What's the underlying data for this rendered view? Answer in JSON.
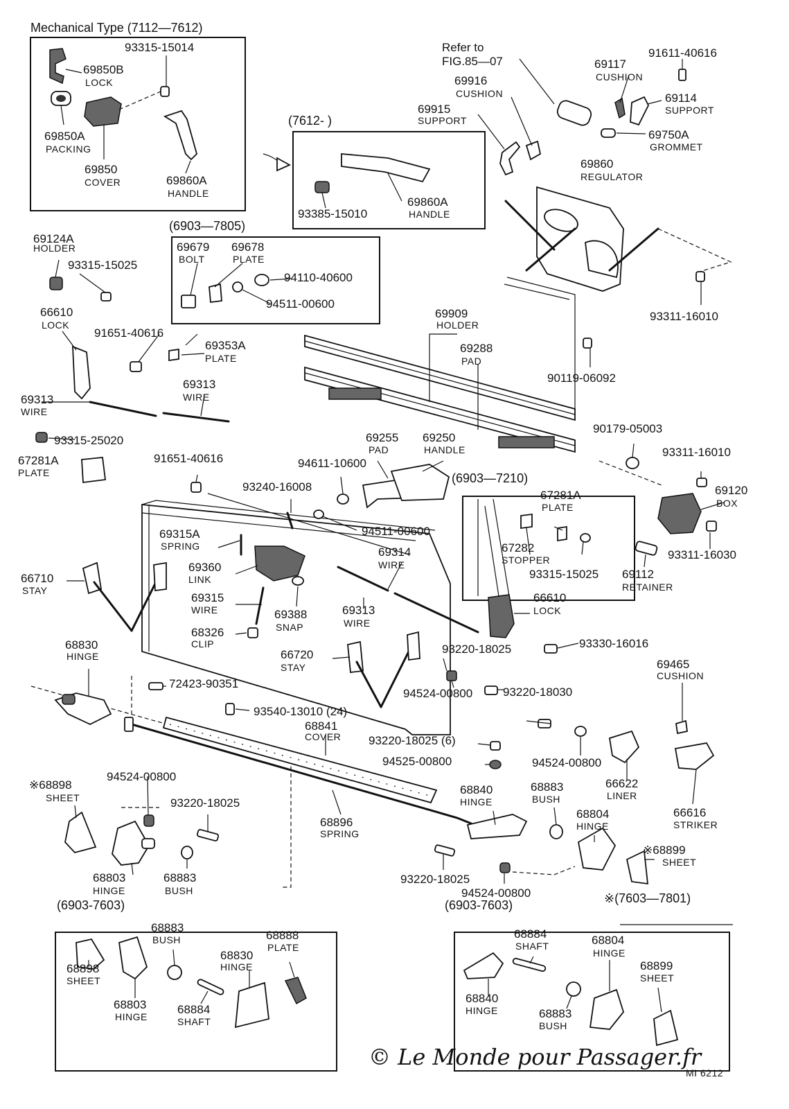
{
  "labels": [
    {
      "id": "h-mech",
      "cls": "hd",
      "text": "Mechanical Type (7112—7612)"
    },
    {
      "id": "h-7612",
      "cls": "hd",
      "text": "(7612-        )"
    },
    {
      "id": "h-6903-7805",
      "cls": "hd",
      "text": "(6903—7805)"
    },
    {
      "id": "h-6903-7210",
      "cls": "hd",
      "text": "(6903—7210)"
    },
    {
      "id": "h-6903-7603-l",
      "cls": "hd",
      "text": "(6903-7603)"
    },
    {
      "id": "h-6903-7603-r",
      "cls": "hd",
      "text": "(6903-7603)"
    },
    {
      "id": "h-7603-7801",
      "cls": "hd",
      "text": "※(7603—7801)"
    },
    {
      "id": "refer1",
      "cls": "pn",
      "text": "Refer to"
    },
    {
      "id": "refer2",
      "cls": "pn",
      "text": "FIG.85—07"
    },
    {
      "id": "p-93315-15014",
      "cls": "pn",
      "text": "93315-15014"
    },
    {
      "id": "p-69850B",
      "cls": "pn",
      "text": "69850B"
    },
    {
      "id": "n-69850B",
      "cls": "nm",
      "text": "LOCK"
    },
    {
      "id": "p-69850A",
      "cls": "pn",
      "text": "69850A"
    },
    {
      "id": "n-69850A",
      "cls": "nm",
      "text": "PACKING"
    },
    {
      "id": "p-69850",
      "cls": "pn",
      "text": "69850"
    },
    {
      "id": "n-69850",
      "cls": "nm",
      "text": "COVER"
    },
    {
      "id": "p-69860A-a",
      "cls": "pn",
      "text": "69860A"
    },
    {
      "id": "n-69860A-a",
      "cls": "nm",
      "text": "HANDLE"
    },
    {
      "id": "p-93385-15010",
      "cls": "pn",
      "text": "93385-15010"
    },
    {
      "id": "p-69860A-b",
      "cls": "pn",
      "text": "69860A"
    },
    {
      "id": "n-69860A-b",
      "cls": "nm",
      "text": "HANDLE"
    },
    {
      "id": "p-69117",
      "cls": "pn",
      "text": "69117"
    },
    {
      "id": "n-69117",
      "cls": "nm",
      "text": "CUSHION"
    },
    {
      "id": "p-91611-40616",
      "cls": "pn",
      "text": "91611-40616"
    },
    {
      "id": "p-69114",
      "cls": "pn",
      "text": "69114"
    },
    {
      "id": "n-69114",
      "cls": "nm",
      "text": "SUPPORT"
    },
    {
      "id": "p-69916",
      "cls": "pn",
      "text": "69916"
    },
    {
      "id": "n-69916",
      "cls": "nm",
      "text": "CUSHION"
    },
    {
      "id": "p-69915",
      "cls": "pn",
      "text": "69915"
    },
    {
      "id": "n-69915",
      "cls": "nm",
      "text": "SUPPORT"
    },
    {
      "id": "p-69750A",
      "cls": "pn",
      "text": "69750A"
    },
    {
      "id": "n-69750A",
      "cls": "nm",
      "text": "GROMMET"
    },
    {
      "id": "p-69860",
      "cls": "pn",
      "text": "69860"
    },
    {
      "id": "n-69860",
      "cls": "nm",
      "text": "REGULATOR"
    },
    {
      "id": "p-93311-16010-a",
      "cls": "pn",
      "text": "93311-16010"
    },
    {
      "id": "p-69124A",
      "cls": "pn",
      "text": "69124A"
    },
    {
      "id": "n-69124A",
      "cls": "nm",
      "text": "HOLDER"
    },
    {
      "id": "p-93315-15025",
      "cls": "pn",
      "text": "93315-15025"
    },
    {
      "id": "p-69679",
      "cls": "pn",
      "text": "69679"
    },
    {
      "id": "n-69679",
      "cls": "nm",
      "text": "BOLT"
    },
    {
      "id": "p-69678",
      "cls": "pn",
      "text": "69678"
    },
    {
      "id": "n-69678",
      "cls": "nm",
      "text": "PLATE"
    },
    {
      "id": "p-94110-40600",
      "cls": "pn",
      "text": "94110-40600"
    },
    {
      "id": "p-94511-00600-a",
      "cls": "pn",
      "text": "94511-00600"
    },
    {
      "id": "p-66610-a",
      "cls": "pn",
      "text": "66610"
    },
    {
      "id": "n-66610-a",
      "cls": "nm",
      "text": "LOCK"
    },
    {
      "id": "p-91651-40616-a",
      "cls": "pn",
      "text": "91651-40616"
    },
    {
      "id": "p-69353A",
      "cls": "pn",
      "text": "69353A"
    },
    {
      "id": "n-69353A",
      "cls": "nm",
      "text": "PLATE"
    },
    {
      "id": "p-69909",
      "cls": "pn",
      "text": "69909"
    },
    {
      "id": "n-69909",
      "cls": "nm",
      "text": "HOLDER"
    },
    {
      "id": "p-69288",
      "cls": "pn",
      "text": "69288"
    },
    {
      "id": "n-69288",
      "cls": "nm",
      "text": "PAD"
    },
    {
      "id": "p-90119-06092",
      "cls": "pn",
      "text": "90119-06092"
    },
    {
      "id": "p-69313-a",
      "cls": "pn",
      "text": "69313"
    },
    {
      "id": "n-69313-a",
      "cls": "nm",
      "text": "WIRE"
    },
    {
      "id": "p-69313-b",
      "cls": "pn",
      "text": "69313"
    },
    {
      "id": "n-69313-b",
      "cls": "nm",
      "text": "WIRE"
    },
    {
      "id": "p-93315-25020",
      "cls": "pn",
      "text": "93315-25020"
    },
    {
      "id": "p-67281A-a",
      "cls": "pn",
      "text": "67281A"
    },
    {
      "id": "n-67281A-a",
      "cls": "nm",
      "text": "PLATE"
    },
    {
      "id": "p-69255",
      "cls": "pn",
      "text": "69255"
    },
    {
      "id": "n-69255",
      "cls": "nm",
      "text": "PAD"
    },
    {
      "id": "p-69250",
      "cls": "pn",
      "text": "69250"
    },
    {
      "id": "n-69250",
      "cls": "nm",
      "text": "HANDLE"
    },
    {
      "id": "p-90179-05003",
      "cls": "pn",
      "text": "90179-05003"
    },
    {
      "id": "p-93311-16010-b",
      "cls": "pn",
      "text": "93311-16010"
    },
    {
      "id": "p-69120",
      "cls": "pn",
      "text": "69120"
    },
    {
      "id": "n-69120",
      "cls": "nm",
      "text": "BOX"
    },
    {
      "id": "p-91651-40616-b",
      "cls": "pn",
      "text": "91651-40616"
    },
    {
      "id": "p-94611-10600",
      "cls": "pn",
      "text": "94611-10600"
    },
    {
      "id": "p-93240-16008",
      "cls": "pn",
      "text": "93240-16008"
    },
    {
      "id": "p-94511-00600-b",
      "cls": "pn",
      "text": "94511-00600"
    },
    {
      "id": "p-67281A-b",
      "cls": "pn",
      "text": "67281A"
    },
    {
      "id": "n-67281A-b",
      "cls": "nm",
      "text": "PLATE"
    },
    {
      "id": "p-67282",
      "cls": "pn",
      "text": "67282"
    },
    {
      "id": "n-67282",
      "cls": "nm",
      "text": "STOPPER"
    },
    {
      "id": "p-93315-15025-b",
      "cls": "pn",
      "text": "93315-15025"
    },
    {
      "id": "p-69112",
      "cls": "pn",
      "text": "69112"
    },
    {
      "id": "n-69112",
      "cls": "nm",
      "text": "RETAINER"
    },
    {
      "id": "p-93311-16030",
      "cls": "pn",
      "text": "93311-16030"
    },
    {
      "id": "p-69315A",
      "cls": "pn",
      "text": "69315A"
    },
    {
      "id": "n-69315A",
      "cls": "nm",
      "text": "SPRING"
    },
    {
      "id": "p-69314",
      "cls": "pn",
      "text": "69314"
    },
    {
      "id": "n-69314",
      "cls": "nm",
      "text": "WIRE"
    },
    {
      "id": "p-66710",
      "cls": "pn",
      "text": "66710"
    },
    {
      "id": "n-66710",
      "cls": "nm",
      "text": "STAY"
    },
    {
      "id": "p-69360",
      "cls": "pn",
      "text": "69360"
    },
    {
      "id": "n-69360",
      "cls": "nm",
      "text": "LINK"
    },
    {
      "id": "p-69315",
      "cls": "pn",
      "text": "69315"
    },
    {
      "id": "n-69315",
      "cls": "nm",
      "text": "WIRE"
    },
    {
      "id": "p-69388",
      "cls": "pn",
      "text": "69388"
    },
    {
      "id": "n-69388",
      "cls": "nm",
      "text": "SNAP"
    },
    {
      "id": "p-69313-c",
      "cls": "pn",
      "text": "69313"
    },
    {
      "id": "n-69313-c",
      "cls": "nm",
      "text": "WIRE"
    },
    {
      "id": "p-66610-b",
      "cls": "pn",
      "text": "66610"
    },
    {
      "id": "n-66610-b",
      "cls": "nm",
      "text": "LOCK"
    },
    {
      "id": "p-68326",
      "cls": "pn",
      "text": "68326"
    },
    {
      "id": "n-68326",
      "cls": "nm",
      "text": "CLIP"
    },
    {
      "id": "p-93330-16016",
      "cls": "pn",
      "text": "93330-16016"
    },
    {
      "id": "p-68830-a",
      "cls": "pn",
      "text": "68830"
    },
    {
      "id": "n-68830-a",
      "cls": "nm",
      "text": "HINGE"
    },
    {
      "id": "p-66720",
      "cls": "pn",
      "text": "66720"
    },
    {
      "id": "n-66720",
      "cls": "nm",
      "text": "STAY"
    },
    {
      "id": "p-93220-18025-a",
      "cls": "pn",
      "text": "93220-18025"
    },
    {
      "id": "p-69465",
      "cls": "pn",
      "text": "69465"
    },
    {
      "id": "n-69465",
      "cls": "nm",
      "text": "CUSHION"
    },
    {
      "id": "p-72423-90351",
      "cls": "pn",
      "text": "72423-90351"
    },
    {
      "id": "p-94524-00800-a",
      "cls": "pn",
      "text": "94524-00800"
    },
    {
      "id": "p-93220-18030",
      "cls": "pn",
      "text": "93220-18030"
    },
    {
      "id": "p-93540-13010",
      "cls": "pn",
      "text": "93540-13010 (24)"
    },
    {
      "id": "p-68841",
      "cls": "pn",
      "text": "68841"
    },
    {
      "id": "n-68841",
      "cls": "nm",
      "text": "COVER"
    },
    {
      "id": "p-93220-18025-6",
      "cls": "pn",
      "text": "93220-18025 (6)"
    },
    {
      "id": "p-94525-00800",
      "cls": "pn",
      "text": "94525-00800"
    },
    {
      "id": "p-94524-00800-b",
      "cls": "pn",
      "text": "94524-00800"
    },
    {
      "id": "p-66622",
      "cls": "pn",
      "text": "66622"
    },
    {
      "id": "n-66622",
      "cls": "nm",
      "text": "LINER"
    },
    {
      "id": "p-66616",
      "cls": "pn",
      "text": "66616"
    },
    {
      "id": "n-66616",
      "cls": "nm",
      "text": "STRIKER"
    },
    {
      "id": "p-68898-a",
      "cls": "pn",
      "text": "※68898"
    },
    {
      "id": "n-68898-a",
      "cls": "nm",
      "text": "SHEET"
    },
    {
      "id": "p-94524-00800-c",
      "cls": "pn",
      "text": "94524-00800"
    },
    {
      "id": "p-93220-18025-b",
      "cls": "pn",
      "text": "93220-18025"
    },
    {
      "id": "p-68896",
      "cls": "pn",
      "text": "68896"
    },
    {
      "id": "n-68896",
      "cls": "nm",
      "text": "SPRING"
    },
    {
      "id": "p-68840-a",
      "cls": "pn",
      "text": "68840"
    },
    {
      "id": "n-68840-a",
      "cls": "nm",
      "text": "HINGE"
    },
    {
      "id": "p-68883-a",
      "cls": "pn",
      "text": "68883"
    },
    {
      "id": "n-68883-a",
      "cls": "nm",
      "text": "BUSH"
    },
    {
      "id": "p-68804-a",
      "cls": "pn",
      "text": "68804"
    },
    {
      "id": "n-68804-a",
      "cls": "nm",
      "text": "HINGE"
    },
    {
      "id": "p-68899-a",
      "cls": "pn",
      "text": "※68899"
    },
    {
      "id": "n-68899-a",
      "cls": "nm",
      "text": "SHEET"
    },
    {
      "id": "p-68803-a",
      "cls": "pn",
      "text": "68803"
    },
    {
      "id": "n-68803-a",
      "cls": "nm",
      "text": "HINGE"
    },
    {
      "id": "p-68883-b",
      "cls": "pn",
      "text": "68883"
    },
    {
      "id": "n-68883-b",
      "cls": "nm",
      "text": "BUSH"
    },
    {
      "id": "p-93220-18025-c",
      "cls": "pn",
      "text": "93220-18025"
    },
    {
      "id": "p-94524-00800-d",
      "cls": "pn",
      "text": "94524-00800"
    },
    {
      "id": "p-68898-b",
      "cls": "pn",
      "text": "68898"
    },
    {
      "id": "n-68898-b",
      "cls": "nm",
      "text": "SHEET"
    },
    {
      "id": "p-68803-b",
      "cls": "pn",
      "text": "68803"
    },
    {
      "id": "n-68803-b",
      "cls": "nm",
      "text": "HINGE"
    },
    {
      "id": "p-68883-c",
      "cls": "pn",
      "text": "68883"
    },
    {
      "id": "n-68883-c",
      "cls": "nm",
      "text": "BUSH"
    },
    {
      "id": "p-68830-b",
      "cls": "pn",
      "text": "68830"
    },
    {
      "id": "n-68830-b",
      "cls": "nm",
      "text": "HINGE"
    },
    {
      "id": "p-68888",
      "cls": "pn",
      "text": "68888"
    },
    {
      "id": "n-68888",
      "cls": "nm",
      "text": "PLATE"
    },
    {
      "id": "p-68884-a",
      "cls": "pn",
      "text": "68884"
    },
    {
      "id": "n-68884-a",
      "cls": "nm",
      "text": "SHAFT"
    },
    {
      "id": "p-68884-b",
      "cls": "pn",
      "text": "68884"
    },
    {
      "id": "n-68884-b",
      "cls": "nm",
      "text": "SHAFT"
    },
    {
      "id": "p-68804-b",
      "cls": "pn",
      "text": "68804"
    },
    {
      "id": "n-68804-b",
      "cls": "nm",
      "text": "HINGE"
    },
    {
      "id": "p-68899-b",
      "cls": "pn",
      "text": "68899"
    },
    {
      "id": "n-68899-b",
      "cls": "nm",
      "text": "SHEET"
    },
    {
      "id": "p-68840-b",
      "cls": "pn",
      "text": "68840"
    },
    {
      "id": "n-68840-b",
      "cls": "nm",
      "text": "HINGE"
    },
    {
      "id": "p-68883-d",
      "cls": "pn",
      "text": "68883"
    },
    {
      "id": "n-68883-d",
      "cls": "nm",
      "text": "BUSH"
    },
    {
      "id": "fig-code",
      "cls": "nm",
      "text": "MI 6212"
    }
  ],
  "watermark": "© Le Monde pour Passager.fr"
}
